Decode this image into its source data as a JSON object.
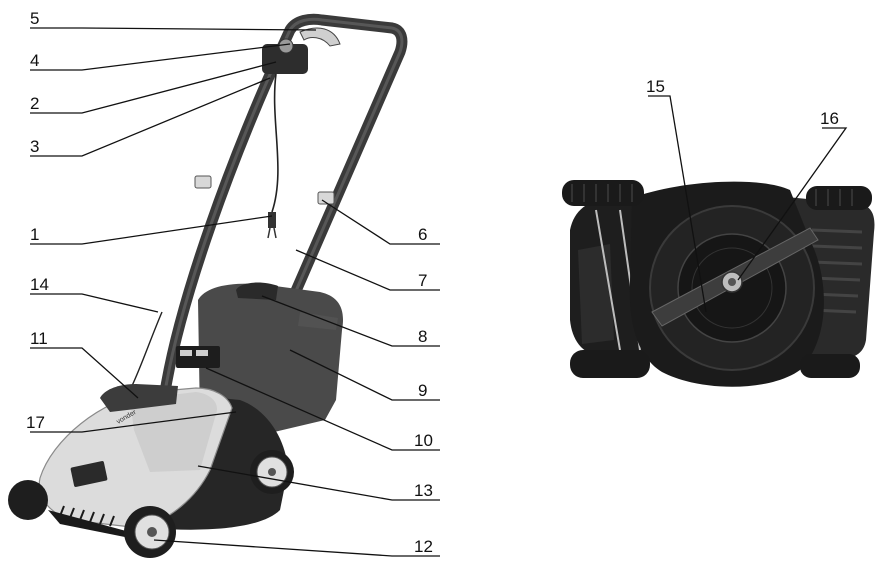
{
  "callouts": {
    "c1": "1",
    "c2": "2",
    "c3": "3",
    "c4": "4",
    "c5": "5",
    "c6": "6",
    "c7": "7",
    "c8": "8",
    "c9": "9",
    "c10": "10",
    "c11": "11",
    "c12": "12",
    "c13": "13",
    "c14": "14",
    "c15": "15",
    "c16": "16",
    "c17": "17"
  },
  "colors": {
    "lawnmower_light_grey": "#dcdcdc",
    "lawnmower_dark_grey": "#3c3c3c",
    "deck_black": "#1e1e1e",
    "leader_line": "#111111"
  },
  "icons": {
    "mower_illustration": "electric-lawnmower",
    "underside_illustration": "mower-underside-blade"
  }
}
